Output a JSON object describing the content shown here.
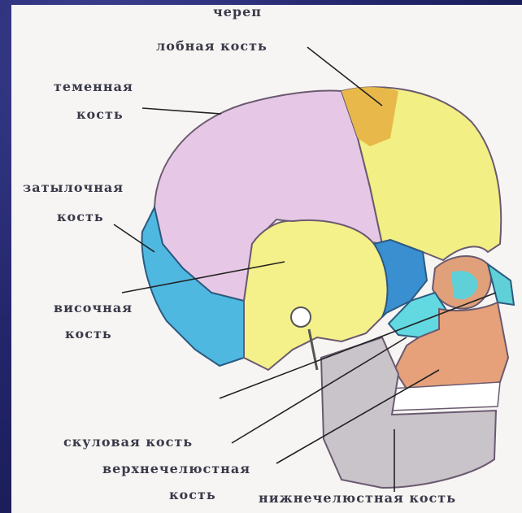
{
  "colors": {
    "background": "#23266b",
    "panel": "#f7f5f3",
    "parietal": "#e6c8e6",
    "frontal": "#f2ef84",
    "frontal_orange": "#e8b94a",
    "occipital": "#4fb8e0",
    "temporal": "#f4f08a",
    "sphenoid": "#3a8fd0",
    "zygomatic": "#62d8e0",
    "maxilla": "#e6a07a",
    "mandible": "#c9c3ca",
    "label_text": "#3a3a4a"
  },
  "labels": {
    "skull": "череп",
    "frontal": "лобная кость",
    "parietal_1": "теменная",
    "parietal_2": "кость",
    "occipital_1": "затылочная",
    "occipital_2": "кость",
    "temporal_1": "височная",
    "temporal_2": "кость",
    "zygomatic": "скуловая кость",
    "maxilla_1": "верхнечелюстная",
    "maxilla_2": "кость",
    "mandible": "нижнечелюстная кость"
  }
}
